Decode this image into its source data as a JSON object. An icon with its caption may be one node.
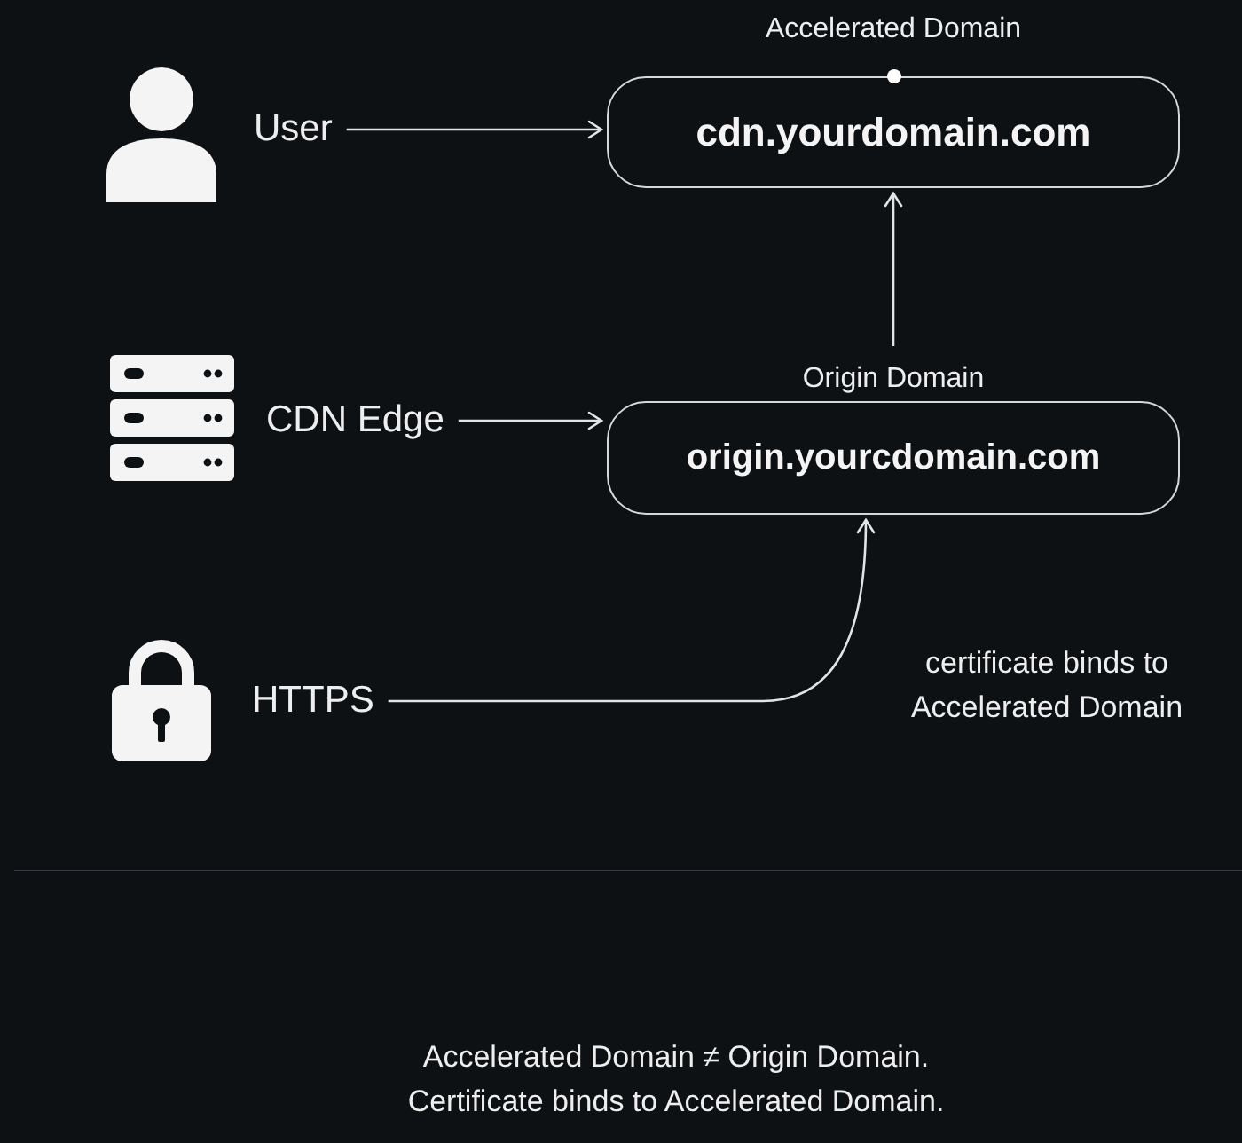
{
  "diagram": {
    "nodes": [
      {
        "text": [
          "User"
        ]
      },
      {
        "text": [
          "Accelerated Domain",
          "cdn.yourdomain.com"
        ]
      },
      {
        "text": [
          "CDN Edge"
        ]
      },
      {
        "text": [
          "Origin Domain",
          "origin.yourcdomain.com"
        ]
      },
      {
        "text": [
          "HTTPS"
        ]
      }
    ],
    "edges": [
      {
        "from": 0,
        "to": 1,
        "arrow": "to"
      },
      {
        "from": 3,
        "to": 1,
        "arrow": "to"
      },
      {
        "from": 2,
        "to": 3,
        "arrow": "to"
      },
      {
        "from": 4,
        "to": 3,
        "arrow": "to",
        "label": "certificate binds to Accelerated Domain"
      }
    ],
    "labels": [
      "Accelerated Domain ≠ Origin Domain.",
      "Certificate binds to Accelerated Domain."
    ]
  }
}
